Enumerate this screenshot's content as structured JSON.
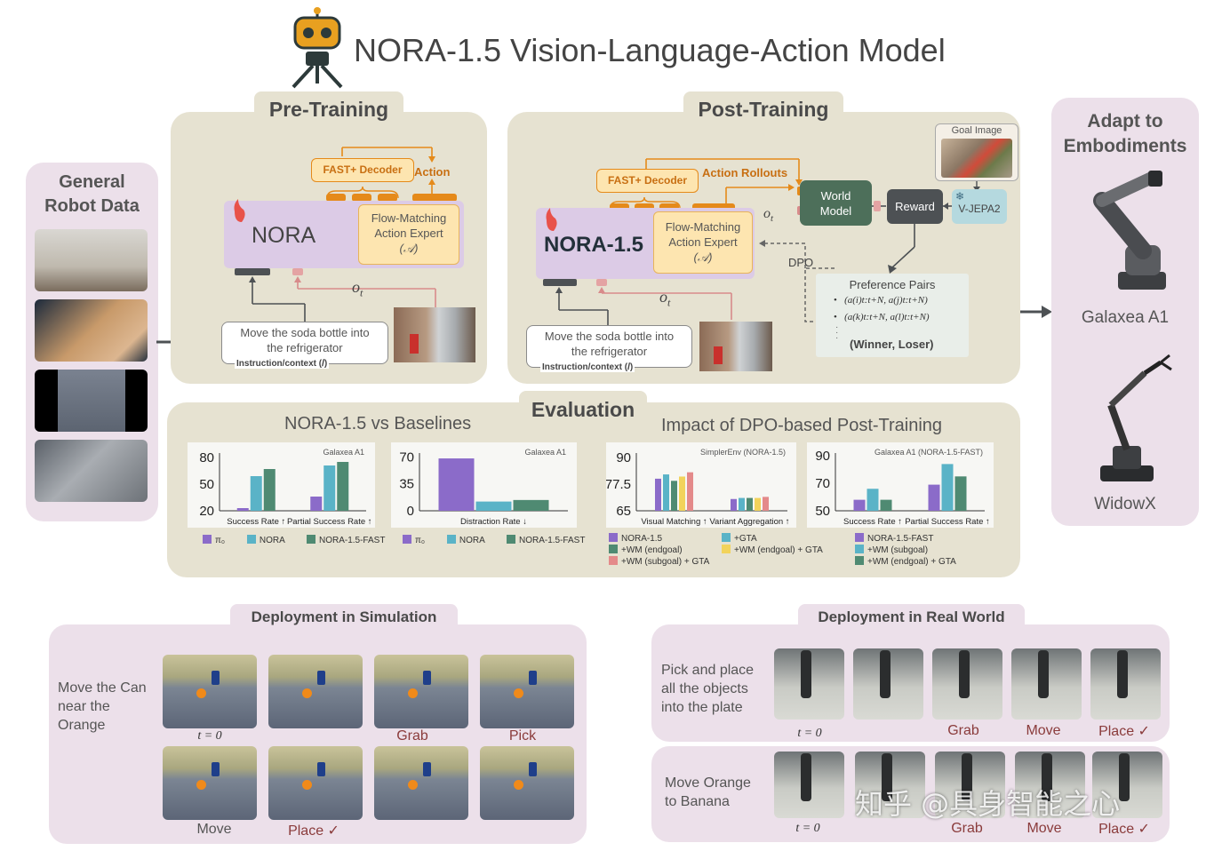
{
  "title": "NORA-1.5 Vision-Language-Action Model",
  "colors": {
    "olive_panel": "#e6e2d1",
    "pink_panel": "#ece0ea",
    "lavender_model": "#dccbe6",
    "orange_accent": "#e58a1a",
    "decoder_fill": "#fde5b0",
    "world_model": "#4d6f5a",
    "reward": "#4d5154",
    "vjepa": "#b5d9df",
    "bar_purple": "#8b6bc9",
    "bar_teal": "#5ab3c7",
    "bar_green": "#4f8a72",
    "bar_yellow": "#f2d35b",
    "bar_red": "#e48a8a",
    "brown_label": "#8a3b3b"
  },
  "general": {
    "title_line1": "General",
    "title_line2": "Robot Data"
  },
  "pretraining": {
    "tab": "Pre-Training",
    "decoder": "FAST+ Decoder",
    "action": "Action",
    "model": "NORA",
    "expert_line1": "Flow-Matching",
    "expert_line2": "Action Expert",
    "expert_sym": "(𝒜)",
    "obs": "o",
    "obs_sub": "t",
    "instruction_line1": "Move the soda bottle into",
    "instruction_line2": "the refrigerator",
    "instruction_caption": "Instruction/context (𝐼)"
  },
  "posttraining": {
    "tab": "Post-Training",
    "decoder": "FAST+ Decoder",
    "rollouts": "Action Rollouts",
    "model": "NORA-1.5",
    "expert_line1": "Flow-Matching",
    "expert_line2": "Action Expert",
    "expert_sym": "(𝒜)",
    "world_model_line1": "World",
    "world_model_line2": "Model",
    "reward": "Reward",
    "vjepa": "V-JEPA2",
    "goal_image": "Goal Image",
    "dpo": "DPO",
    "obs": "o",
    "obs_sub": "t",
    "preference_title": "Preference Pairs",
    "pref_row1": "(a(i)t:t+N, a(j)t:t+N)",
    "pref_row2": "(a(k)t:t+N, a(l)t:t+N)",
    "winner_loser": "(Winner, Loser)",
    "instruction_line1": "Move the soda bottle into",
    "instruction_line2": "the refrigerator",
    "instruction_caption": "Instruction/context (𝐼)"
  },
  "adapt": {
    "title_line1": "Adapt to",
    "title_line2": "Embodiments",
    "robot1": "Galaxea A1",
    "robot2": "WidowX"
  },
  "evaluation": {
    "tab": "Evaluation",
    "left_title": "NORA-1.5 vs Baselines",
    "right_title": "Impact of DPO-based Post-Training",
    "legend_left": [
      "π₀",
      "NORA",
      "NORA-1.5-FAST"
    ],
    "legend_dpo_sim": [
      "NORA-1.5",
      "+WM (endgoal)",
      "+WM (subgoal) + GTA",
      "+GTA",
      "+WM (endgoal) + GTA"
    ],
    "legend_dpo_real": [
      "NORA-1.5-FAST",
      "+WM (subgoal)",
      "+WM (endgoal) + GTA"
    ]
  },
  "chart_data": [
    {
      "type": "bar",
      "label": "Galaxea A1",
      "categories": [
        "Success Rate ↑",
        "Partial Success Rate ↑"
      ],
      "series": [
        {
          "name": "π₀",
          "values": [
            23,
            36
          ]
        },
        {
          "name": "NORA",
          "values": [
            59,
            71
          ]
        },
        {
          "name": "NORA-1.5-FAST",
          "values": [
            67,
            75
          ]
        }
      ],
      "yticks": [
        20,
        50,
        80
      ],
      "ylim": [
        20,
        85
      ]
    },
    {
      "type": "bar",
      "label": "Galaxea A1",
      "categories": [
        "Distraction Rate ↓"
      ],
      "series": [
        {
          "name": "π₀",
          "values": [
            68
          ]
        },
        {
          "name": "NORA",
          "values": [
            12
          ]
        },
        {
          "name": "NORA-1.5-FAST",
          "values": [
            14
          ]
        }
      ],
      "yticks": [
        0,
        35,
        70
      ],
      "ylim": [
        0,
        75
      ]
    },
    {
      "type": "bar",
      "label": "SimplerEnv (NORA-1.5)",
      "categories": [
        "Visual Matching ↑",
        "Variant Aggregation ↑"
      ],
      "series": [
        {
          "name": "NORA-1.5",
          "values": [
            80,
            70.5
          ]
        },
        {
          "name": "+GTA",
          "values": [
            82,
            71
          ]
        },
        {
          "name": "+WM (endgoal)",
          "values": [
            79,
            71
          ]
        },
        {
          "name": "+WM (endgoal) + GTA",
          "values": [
            81,
            71
          ]
        },
        {
          "name": "+WM (subgoal) + GTA",
          "values": [
            83,
            71.5
          ]
        }
      ],
      "yticks": [
        65,
        77.5,
        90
      ],
      "ylim": [
        65,
        92
      ]
    },
    {
      "type": "bar",
      "label": "Galaxea A1 (NORA-1.5-FAST)",
      "categories": [
        "Success Rate ↑",
        "Partial Success Rate ↑"
      ],
      "series": [
        {
          "name": "NORA-1.5-FAST",
          "values": [
            58,
            69
          ]
        },
        {
          "name": "+WM (subgoal)",
          "values": [
            66,
            84
          ]
        },
        {
          "name": "+WM (endgoal) + GTA",
          "values": [
            58,
            75
          ]
        }
      ],
      "yticks": [
        50,
        70,
        90
      ],
      "ylim": [
        50,
        92
      ]
    }
  ],
  "sim": {
    "tab": "Deployment in Simulation",
    "task_line1": "Move the Can",
    "task_line2": "near the",
    "task_line3": "Orange",
    "labels_row1": [
      "t = 0",
      "Grab",
      "Pick"
    ],
    "labels_row2": [
      "Move",
      "Place ✓"
    ]
  },
  "real": {
    "tab": "Deployment in Real World",
    "task1_line1": "Pick and place",
    "task1_line2": "all the objects",
    "task1_line3": "into the plate",
    "task2_line1": "Move Orange",
    "task2_line2": "to Banana",
    "labels": [
      "t = 0",
      "Grab",
      "Move",
      "Place ✓"
    ]
  },
  "watermark": "知乎 @具身智能之心"
}
